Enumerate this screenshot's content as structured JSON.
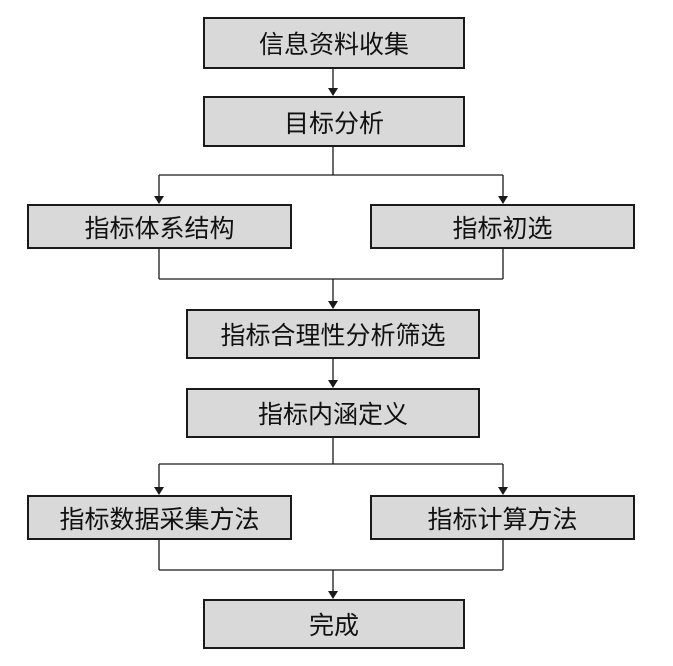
{
  "nodes": {
    "info_collection": "信息资料收集",
    "goal_analysis": "目标分析",
    "indicator_structure": "指标体系结构",
    "indicator_preselection": "指标初选",
    "rationality_screening": "指标合理性分析筛选",
    "indicator_definition": "指标内涵定义",
    "data_collection_method": "指标数据采集方法",
    "calculation_method": "指标计算方法",
    "done": "完成"
  },
  "colors": {
    "box_fill": "#d9d9d9",
    "border": "#1a1a1a",
    "line": "#1a1a1a"
  }
}
